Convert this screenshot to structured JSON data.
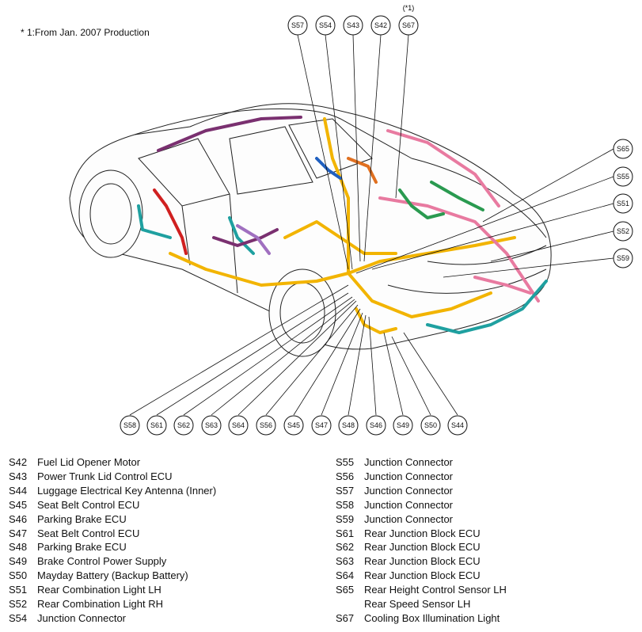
{
  "note": "* 1:From Jan. 2007 Production",
  "star_label": "(*1)",
  "callouts_top": [
    "S57",
    "S54",
    "S43",
    "S42",
    "S67"
  ],
  "callouts_right": [
    "S65",
    "S55",
    "S51",
    "S52",
    "S59"
  ],
  "callouts_bottom": [
    "S58",
    "S61",
    "S62",
    "S63",
    "S64",
    "S56",
    "S45",
    "S47",
    "S48",
    "S46",
    "S49",
    "S50",
    "S44"
  ],
  "harness_colors": {
    "yellow": "#f2b400",
    "pink": "#e87aa0",
    "teal": "#1fa0a0",
    "purple": "#7a3070",
    "green": "#2a9a50",
    "red": "#d02020",
    "orange": "#e07020",
    "blue": "#2060c0",
    "lilac": "#a070c0"
  },
  "legend_left": [
    {
      "code": "S42",
      "name": "Fuel Lid Opener Motor"
    },
    {
      "code": "S43",
      "name": "Power Trunk Lid Control ECU"
    },
    {
      "code": "S44",
      "name": "Luggage Electrical Key Antenna (Inner)"
    },
    {
      "code": "S45",
      "name": "Seat Belt Control ECU"
    },
    {
      "code": "S46",
      "name": "Parking Brake ECU"
    },
    {
      "code": "S47",
      "name": "Seat Belt Control ECU"
    },
    {
      "code": "S48",
      "name": "Parking Brake ECU"
    },
    {
      "code": "S49",
      "name": "Brake Control Power Supply"
    },
    {
      "code": "S50",
      "name": "Mayday Battery (Backup Battery)"
    },
    {
      "code": "S51",
      "name": "Rear Combination Light LH"
    },
    {
      "code": "S52",
      "name": "Rear Combination Light RH"
    },
    {
      "code": "S54",
      "name": "Junction Connector"
    }
  ],
  "legend_right": [
    {
      "code": "S55",
      "name": "Junction Connector"
    },
    {
      "code": "S56",
      "name": "Junction Connector"
    },
    {
      "code": "S57",
      "name": "Junction Connector"
    },
    {
      "code": "S58",
      "name": "Junction Connector"
    },
    {
      "code": "S59",
      "name": "Junction Connector"
    },
    {
      "code": "S61",
      "name": "Rear Junction Block ECU"
    },
    {
      "code": "S62",
      "name": "Rear Junction Block ECU"
    },
    {
      "code": "S63",
      "name": "Rear Junction Block ECU"
    },
    {
      "code": "S64",
      "name": "Rear Junction Block ECU"
    },
    {
      "code": "S65",
      "name": "Rear Height Control Sensor LH"
    },
    {
      "code": "",
      "name": "Rear Speed Sensor LH"
    },
    {
      "code": "S67",
      "name": "Cooling Box Illumination Light"
    }
  ]
}
